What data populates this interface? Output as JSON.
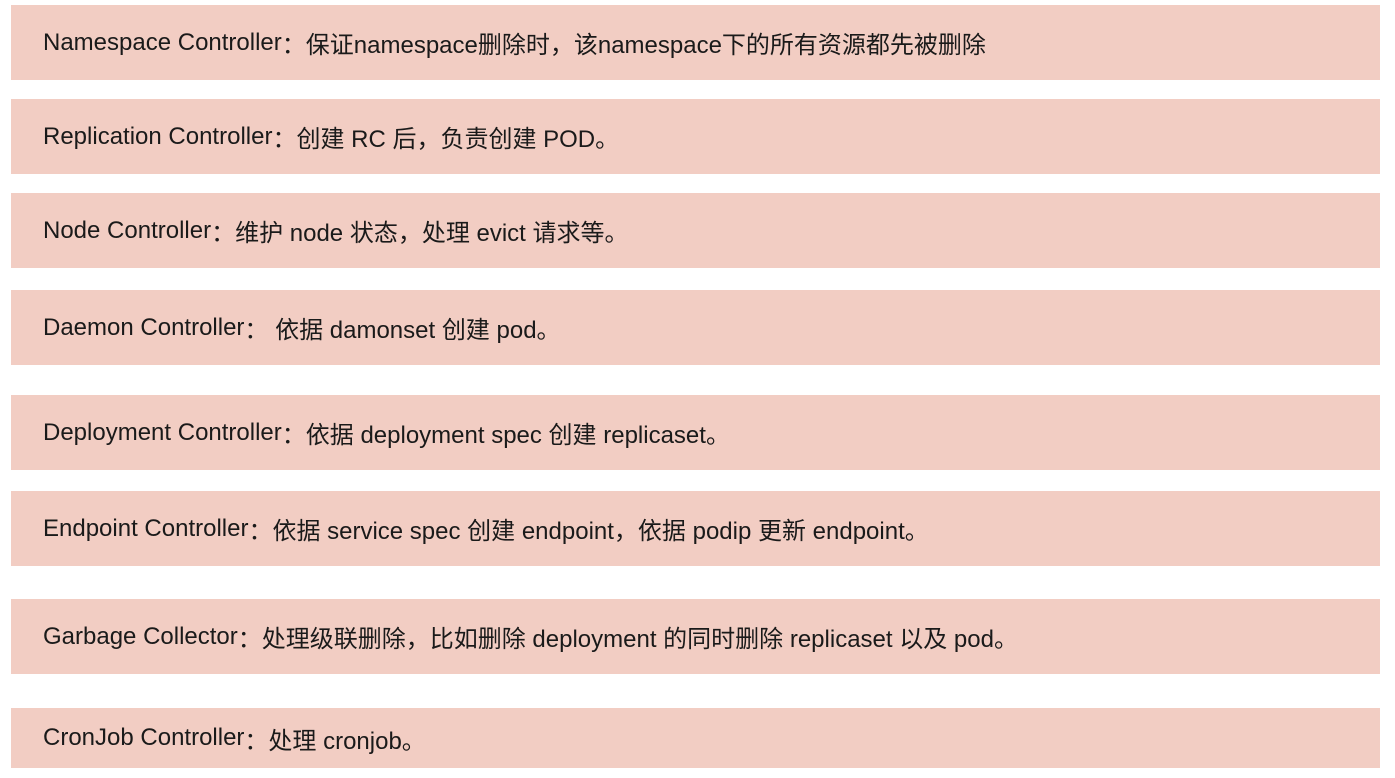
{
  "colors": {
    "box_background": "#f2cdc3",
    "text": "#1a1a1a",
    "page_background": "#ffffff"
  },
  "items": [
    {
      "name": "Namespace Controller",
      "sep": "：",
      "desc": "保证namespace删除时，该namespace下的所有资源都先被删除"
    },
    {
      "name": "Replication Controller",
      "sep": "：",
      "desc": "创建 RC 后，负责创建 POD。"
    },
    {
      "name": "Node Controller",
      "sep": "：",
      "desc": "维护 node 状态，处理 evict 请求等。"
    },
    {
      "name": "Daemon Controller",
      "sep": "： ",
      "desc": "依据 damonset 创建 pod。"
    },
    {
      "name": "Deployment Controller",
      "sep": "：",
      "desc": "依据 deployment spec 创建 replicaset。"
    },
    {
      "name": "Endpoint Controller",
      "sep": "：",
      "desc": "依据 service spec 创建 endpoint，依据 podip 更新 endpoint。"
    },
    {
      "name": "Garbage Collector",
      "sep": "：",
      "desc": "处理级联删除，比如删除 deployment 的同时删除 replicaset 以及 pod。"
    },
    {
      "name": "CronJob Controller",
      "sep": "：",
      "desc": "处理 cronjob。"
    }
  ]
}
